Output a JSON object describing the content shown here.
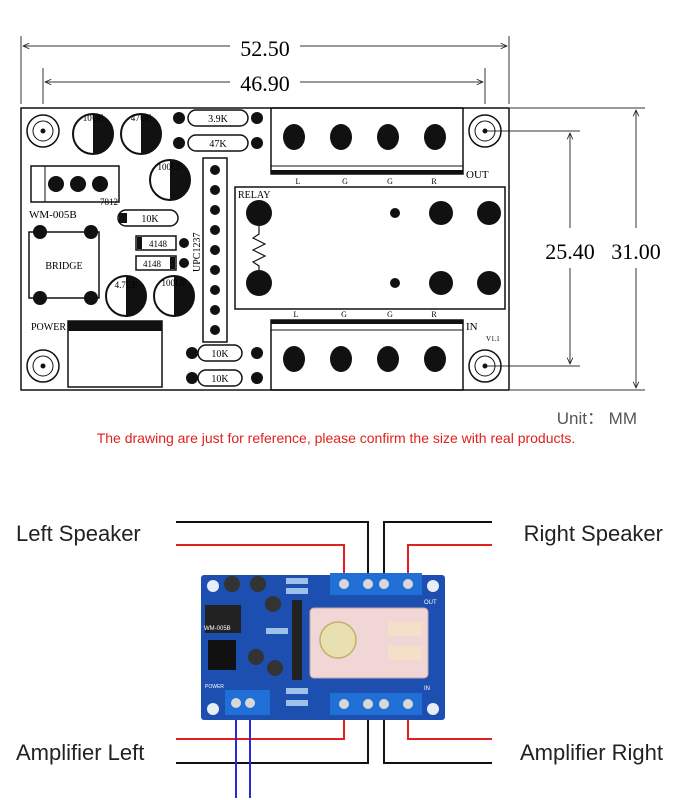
{
  "dimensions": {
    "overall_width": "52.50",
    "hole_spacing_x": "46.90",
    "hole_spacing_y": "25.40",
    "overall_height": "31.00"
  },
  "pcb": {
    "model": "WM-005B",
    "version": "V1.1",
    "capacitors": [
      "10UF",
      "47UF",
      "100UF",
      "4.7UF",
      "100UF"
    ],
    "resistors": [
      "3.9K",
      "47K",
      "10K",
      "10K",
      "10K"
    ],
    "diodes": [
      "4148",
      "4148"
    ],
    "regulator": "7812",
    "ic": "UPC1237",
    "bridge": "BRIDGE",
    "power": "POWER",
    "relay": "RELAY",
    "out_label": "OUT",
    "in_label": "IN",
    "terminal_letters": [
      "L",
      "G",
      "G",
      "R"
    ]
  },
  "unit_text": "Unit： MM",
  "notice_text": "The drawing are just for reference, please confirm the size with real products.",
  "wiring": {
    "left_speaker": "Left Speaker",
    "right_speaker": "Right Speaker",
    "amplifier_left": "Amplifier Left",
    "amplifier_right": "Amplifier Right"
  },
  "colors": {
    "notice": "#e0201c",
    "wire_red": "#e0201c",
    "wire_black": "#111111",
    "wire_blue": "#2a2ad8",
    "board_blue": "#1d4fb0"
  }
}
